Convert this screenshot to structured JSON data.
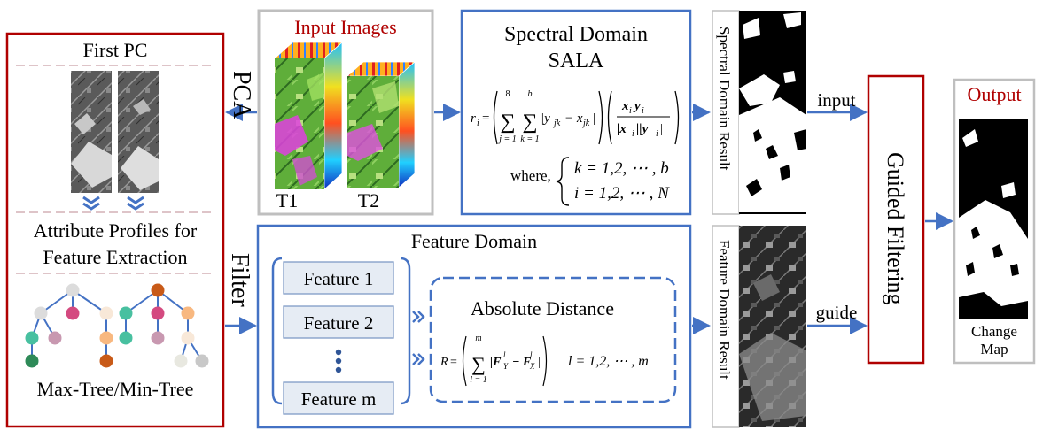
{
  "left_panel": {
    "first_pc": "First PC",
    "attr_line1": "Attribute Profiles for",
    "attr_line2": "Feature Extraction",
    "tree_label": "Max-Tree/Min-Tree"
  },
  "arrows": {
    "pca": "PCA",
    "filter": "Filter",
    "input": "input",
    "guide": "guide"
  },
  "input_images": {
    "title": "Input Images",
    "t1": "T1",
    "t2": "T2"
  },
  "spectral": {
    "title1": "Spectral Domain",
    "title2": "SALA",
    "formula_r": "r",
    "formula_i": "i",
    "formula_sum1_top": "8",
    "formula_sum1_bot": "j = 1",
    "formula_sum2_top": "b",
    "formula_sum2_bot": "k = 1",
    "formula_abs": "|y",
    "formula_abs_sub": "jk",
    "formula_minus": "− x",
    "formula_minus_sub": "jk",
    "formula_num": "x",
    "formula_num_sub": "i",
    "formula_num2": "y",
    "formula_num2_sub": "i",
    "formula_den": "|x",
    "formula_den_sub": "i",
    "formula_den2": "||y",
    "formula_den2_sub": "i",
    "where": "where,",
    "cond1": "k = 1,2, ⋯ , b",
    "cond2": "i = 1,2, ⋯ , N"
  },
  "feature_domain": {
    "title": "Feature Domain",
    "features": [
      "Feature 1",
      "Feature 2",
      "Feature m"
    ],
    "dots": "⋮",
    "abs_title": "Absolute Distance",
    "formula_R": "R",
    "formula_sum_top": "m",
    "formula_sum_bot": "l = 1",
    "formula_F": "|F",
    "formula_F_sup": "l",
    "formula_F_sub": "Y",
    "formula_F2": "− F",
    "formula_F2_sup": "l",
    "formula_F2_sub": "X",
    "formula_cond": "l = 1,2, ⋯ , m"
  },
  "results": {
    "spectral": "Spectral Domain Result",
    "feature": "Feature Domain Result"
  },
  "guided_filtering": "Guided Filtering",
  "output": {
    "title": "Output",
    "label1": "Change",
    "label2": "Map"
  },
  "colors": {
    "red_border": "#b00000",
    "blue_border": "#4472c4",
    "gray_border": "#bfbfbf",
    "arrow": "#4472c4"
  }
}
